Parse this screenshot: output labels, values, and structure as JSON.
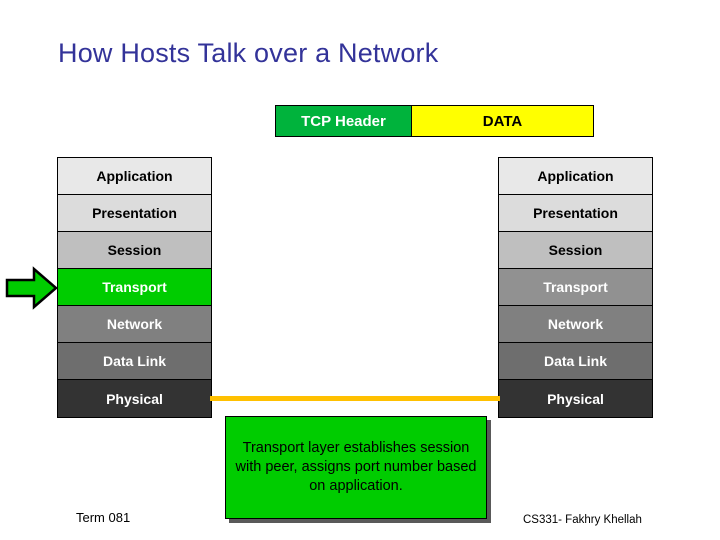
{
  "slide": {
    "title": "How Hosts Talk over a Network",
    "term_label": "Term 081",
    "credit_label": "CS331- Fakhry Khellah"
  },
  "packet": {
    "segments": [
      {
        "label": "TCP Header",
        "bg": "#00b33c",
        "fg": "#ffffff"
      },
      {
        "label": "DATA",
        "bg": "#ffff00",
        "fg": "#000000"
      }
    ]
  },
  "stacks": {
    "left": {
      "name": "sending-host-osi-stack",
      "layers": [
        {
          "label": "Application",
          "bg": "#e8e8e8",
          "fg": "#000000",
          "highlighted": false
        },
        {
          "label": "Presentation",
          "bg": "#dcdcdc",
          "fg": "#000000",
          "highlighted": false
        },
        {
          "label": "Session",
          "bg": "#bfbfbf",
          "fg": "#000000",
          "highlighted": false
        },
        {
          "label": "Transport",
          "bg": "#00cc00",
          "fg": "#ffffff",
          "highlighted": true
        },
        {
          "label": "Network",
          "bg": "#808080",
          "fg": "#ffffff",
          "highlighted": false
        },
        {
          "label": "Data Link",
          "bg": "#6e6e6e",
          "fg": "#ffffff",
          "highlighted": false
        },
        {
          "label": "Physical",
          "bg": "#333333",
          "fg": "#ffffff",
          "highlighted": false
        }
      ]
    },
    "right": {
      "name": "receiving-host-osi-stack",
      "layers": [
        {
          "label": "Application",
          "bg": "#e8e8e8",
          "fg": "#000000",
          "highlighted": false
        },
        {
          "label": "Presentation",
          "bg": "#dcdcdc",
          "fg": "#000000",
          "highlighted": false
        },
        {
          "label": "Session",
          "bg": "#bfbfbf",
          "fg": "#000000",
          "highlighted": false
        },
        {
          "label": "Transport",
          "bg": "#919191",
          "fg": "#ffffff",
          "highlighted": false
        },
        {
          "label": "Network",
          "bg": "#808080",
          "fg": "#ffffff",
          "highlighted": false
        },
        {
          "label": "Data Link",
          "bg": "#6e6e6e",
          "fg": "#ffffff",
          "highlighted": false
        },
        {
          "label": "Physical",
          "bg": "#333333",
          "fg": "#ffffff",
          "highlighted": false
        }
      ]
    }
  },
  "callout": {
    "text": "Transport layer establishes session with peer, assigns port number based on application.",
    "bg": "#00cc00",
    "fg": "#000000"
  },
  "link": {
    "color": "#ffc000"
  },
  "arrow": {
    "name": "transport-pointer-arrow",
    "fill": "#00cc00",
    "stroke": "#000000"
  },
  "colors": {
    "title": "#333399",
    "accent_green": "#00cc00",
    "accent_yellow": "#ffff00",
    "link_yellow": "#ffc000"
  }
}
